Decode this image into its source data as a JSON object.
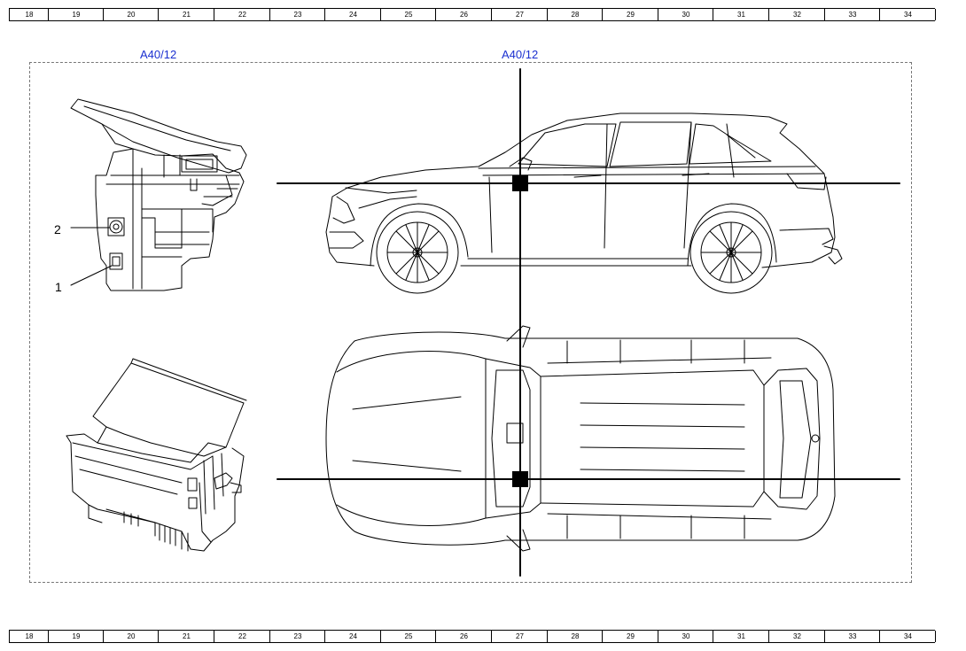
{
  "ruler": {
    "columns": [
      "18",
      "19",
      "20",
      "21",
      "22",
      "23",
      "24",
      "25",
      "26",
      "27",
      "28",
      "29",
      "30",
      "31",
      "32",
      "33",
      "34"
    ]
  },
  "labels": {
    "component_ref_left": "A40/12",
    "component_ref_right": "A40/12",
    "callout_1": "1",
    "callout_2": "2"
  },
  "icons": [
    "control-unit-front-view",
    "control-unit-iso-view",
    "vehicle-side-view",
    "vehicle-top-view",
    "location-marker"
  ]
}
